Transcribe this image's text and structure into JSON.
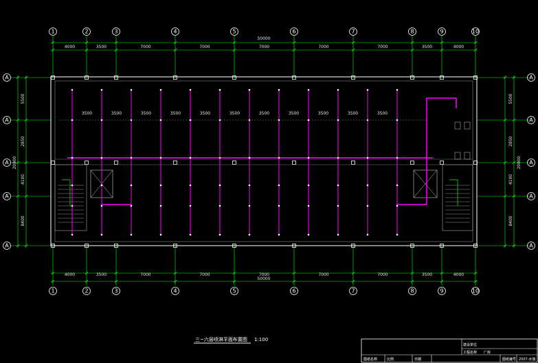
{
  "axes_top": [
    "1",
    "2",
    "3",
    "4",
    "5",
    "6",
    "7",
    "8",
    "9",
    "10"
  ],
  "axes_bottom": [
    "1",
    "2",
    "3",
    "4",
    "5",
    "6",
    "7",
    "8",
    "9",
    "10"
  ],
  "axes_side": [
    "A",
    "A",
    "A",
    "A",
    "A"
  ],
  "dims_top_total": "50000",
  "dims_top": [
    "4000",
    "3500",
    "7000",
    "7000",
    "7000",
    "7000",
    "7000",
    "3500",
    "4000"
  ],
  "dims_bottom": [
    "4000",
    "3500",
    "7000",
    "7000",
    "7000",
    "7000",
    "7000",
    "3500",
    "4000"
  ],
  "dims_bottom_total": "50000",
  "dims_left": [
    "5500",
    "2850",
    "4100",
    "8400"
  ],
  "dims_left_total": "20800",
  "dims_right": [
    "5500",
    "2850",
    "4100",
    "8400"
  ],
  "dims_right_total": "20800",
  "pipe_spacing_row": [
    "3500",
    "3500",
    "3500",
    "3500",
    "3500",
    "3500",
    "3500",
    "3500",
    "3500",
    "3500",
    "3500",
    "3500"
  ],
  "plan_title": "三~六层喷淋平面布置图",
  "plan_scale": "1:100",
  "title_block": {
    "r1": "建设单位",
    "r2": "工程名称",
    "r2b": "厂房",
    "r3a": "图纸名称",
    "r3b": "比例",
    "r3c": "日期",
    "r3d": "图纸编号",
    "r3e": "2007-水施"
  },
  "colors": {
    "background": "#000000",
    "axis_line": "#00ff00",
    "pipe": "#ff00ff",
    "wall": "#ffffff",
    "dimension": "#00ff00",
    "text": "#ffffff"
  }
}
